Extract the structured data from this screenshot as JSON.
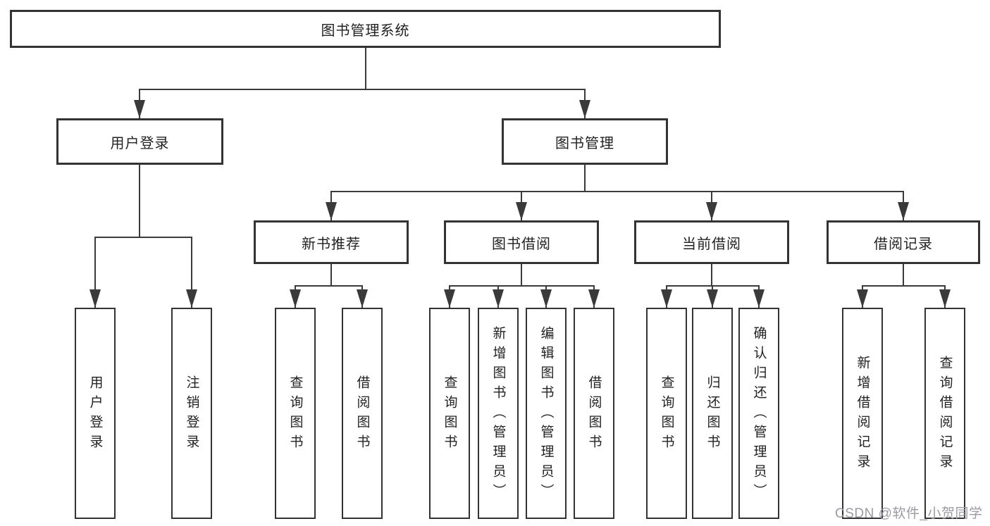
{
  "diagram": {
    "root": {
      "label": "图书管理系统"
    },
    "branches": {
      "user_login": {
        "label": "用户登录",
        "children": {
          "login": "用户登录",
          "logout": "注销登录"
        }
      },
      "book_mgmt": {
        "label": "图书管理",
        "children": {
          "new_book_rec": {
            "label": "新书推荐",
            "children": {
              "query_book": "查询图书",
              "borrow_book": "借阅图书"
            }
          },
          "book_borrow": {
            "label": "图书借阅",
            "children": {
              "query_book": "查询图书",
              "add_book_admin": "新增图书（管理员）",
              "edit_book_admin": "编辑图书（管理员）",
              "borrow_book": "借阅图书"
            }
          },
          "current_borrow": {
            "label": "当前借阅",
            "children": {
              "query_book": "查询图书",
              "return_book": "归还图书",
              "confirm_return_admin": "确认归还（管理员）"
            }
          },
          "borrow_record": {
            "label": "借阅记录",
            "children": {
              "add_record": "新增借阅记录",
              "query_record": "查询借阅记录"
            }
          }
        }
      }
    }
  },
  "watermark": {
    "text": "CSDN @软件_小贺同学"
  },
  "colors": {
    "line": "#3a3a3a",
    "border": "#333333",
    "text": "#222222",
    "watermark": "#9b9aa2",
    "background": "#ffffff"
  }
}
